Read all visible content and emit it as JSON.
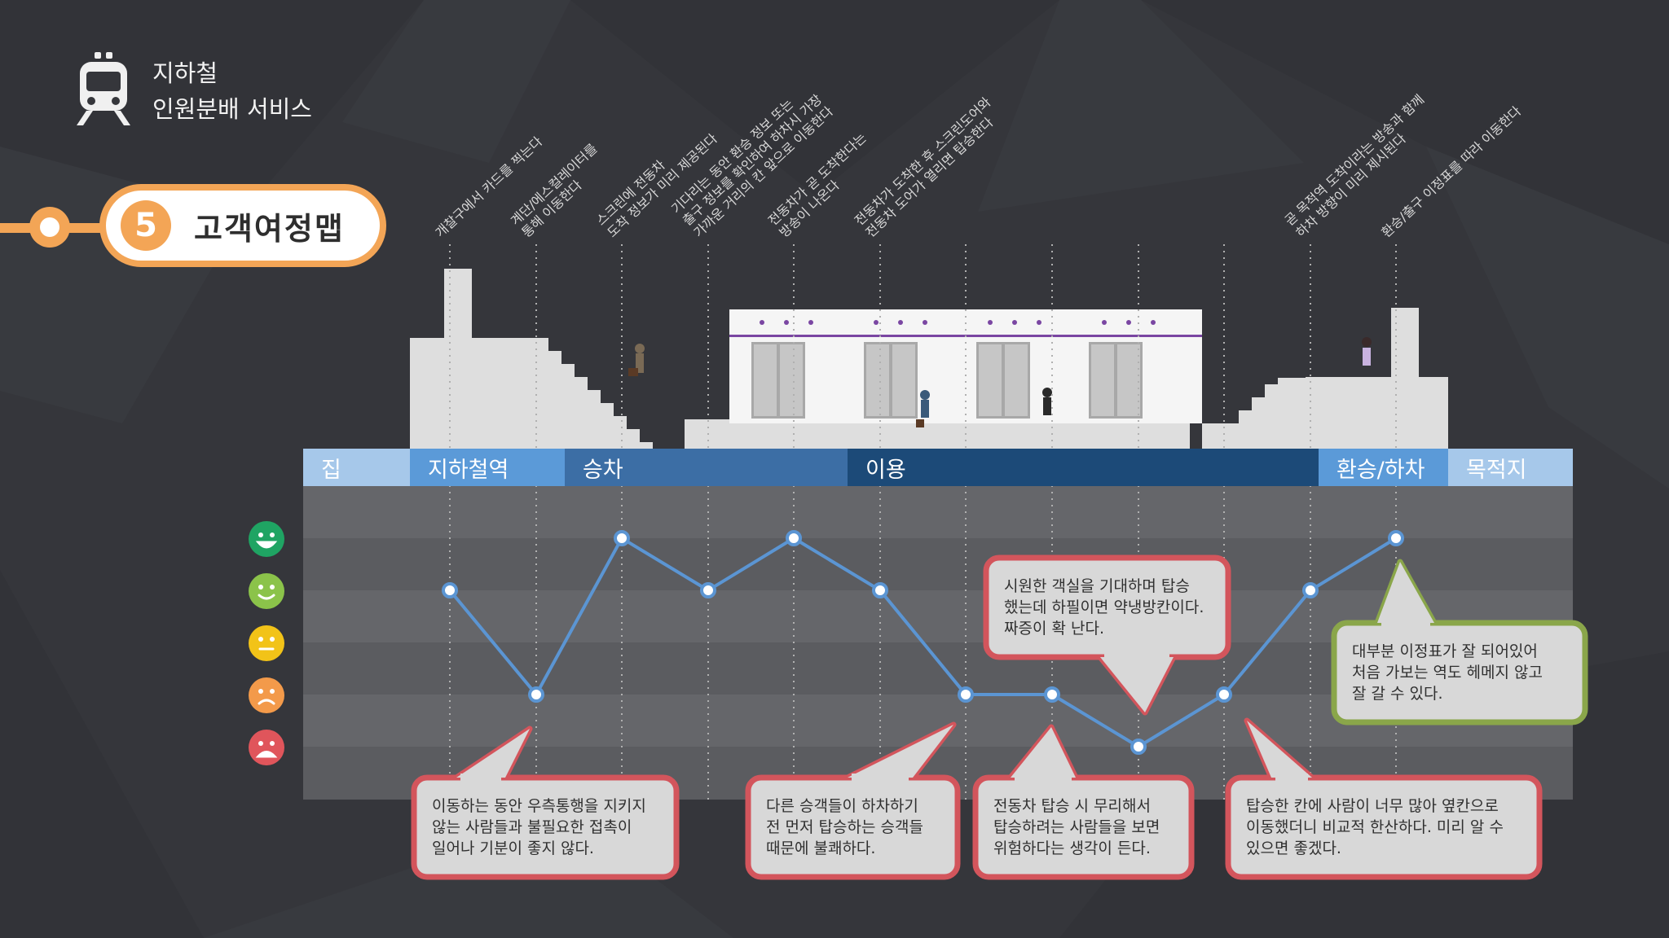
{
  "brand": {
    "icon": "subway-train-icon",
    "line1": "지하철",
    "line2": "인원분배 서비스"
  },
  "step": {
    "number": "5",
    "title": "고객여정맵",
    "color": "#f3a556"
  },
  "stages": [
    {
      "label": "집",
      "color": "#a6c8ea"
    },
    {
      "label": "지하철역",
      "color": "#5b9ad8"
    },
    {
      "label": "승차",
      "color": "#3c6ea5"
    },
    {
      "label": "이용",
      "color": "#1c4a78"
    },
    {
      "label": "환승/하차",
      "color": "#5b9ad8"
    },
    {
      "label": "목적지",
      "color": "#a6c8ea"
    }
  ],
  "actions": [
    {
      "lines": [
        "개찰구에서 카드를 찍는다"
      ]
    },
    {
      "lines": [
        "계단/에스컬레이터를",
        "통해 이동한다"
      ]
    },
    {
      "lines": [
        "스크린에 전동차",
        "도착 정보가 미리 제공된다"
      ]
    },
    {
      "lines": [
        "기다리는 동안 환승 정보 또는",
        "출구 정보를 확인하여 하차시 가장",
        "가까운 거리의 칸 앞으로 이동한다"
      ]
    },
    {
      "lines": [
        "전동차가 곧 도착한다는",
        "방송이 나온다"
      ]
    },
    {
      "lines": [
        "전동차가 도착한 후 스크린도어와",
        "전동차 도어가 열리면 탑승한다"
      ]
    },
    {
      "lines": [
        "곧 목적역 도착이라는 방송과 함께",
        "하차 방향이 미리 제시된다"
      ]
    },
    {
      "lines": [
        "환승/출구 이정표를 따라 이동한다"
      ]
    }
  ],
  "emotions": [
    {
      "icon": "very-happy-face-icon",
      "color": "#1fa463"
    },
    {
      "icon": "happy-face-icon",
      "color": "#8bc34a"
    },
    {
      "icon": "neutral-face-icon",
      "color": "#f2c318"
    },
    {
      "icon": "sad-face-icon",
      "color": "#f39a4a"
    },
    {
      "icon": "very-sad-face-icon",
      "color": "#e0555b"
    }
  ],
  "chart_data": {
    "type": "line",
    "levels": 5,
    "values": [
      4,
      2,
      5,
      4,
      5,
      4,
      2,
      2,
      1,
      2,
      4,
      5
    ],
    "line_color": "#5b95d3"
  },
  "comments": [
    {
      "text": "이동하는 동안 우측통행을 지키지\n않는 사람들과 불필요한 접촉이\n일어나 기분이 좋지 않다.",
      "border": "#d3555c"
    },
    {
      "text": "다른 승객들이 하차하기\n전 먼저 탑승하는 승객들\n때문에 불쾌하다.",
      "border": "#d3555c"
    },
    {
      "text": "전동차 탑승 시 무리해서\n탑승하려는 사람들을 보면\n위험하다는 생각이 든다.",
      "border": "#d3555c"
    },
    {
      "text": "시원한 객실을 기대하며 탑승\n했는데 하필이면 약냉방칸이다.\n짜증이 확 난다.",
      "border": "#d3555c"
    },
    {
      "text": "탑승한 칸에 사람이 너무 많아 옆칸으로\n이동했더니 비교적 한산하다. 미리 알 수\n있으면 좋겠다.",
      "border": "#d3555c"
    },
    {
      "text": "대부분 이정표가 잘 되어있어\n처음 가보는 역도 헤메지 않고\n잘 갈 수 있다.",
      "border": "#8aa64a"
    }
  ]
}
